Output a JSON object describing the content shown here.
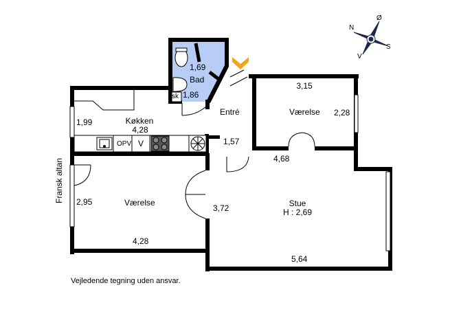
{
  "rooms": {
    "bad": {
      "name": "Bad",
      "dim1": "1,69",
      "dim2": "1,86",
      "fixture": "sk"
    },
    "kokken": {
      "name": "Køkken",
      "dim1": "4,28",
      "dim2": "1,99",
      "appliance1": "OPV",
      "appliance2": "V"
    },
    "entre": {
      "name": "Entré",
      "dim": "1,57"
    },
    "vaerelse_top": {
      "name": "Værelse",
      "dim1": "3,15",
      "dim2": "2,28",
      "dim3": "4,68"
    },
    "vaerelse_left": {
      "name": "Værelse",
      "dim1": "2,95",
      "dim2": "4,28"
    },
    "stue": {
      "name": "Stue",
      "height": "H : 2,69",
      "dim1": "3,72",
      "dim2": "5,64"
    }
  },
  "balcony_label": "Fransk altan",
  "disclaimer": "Vejledende tegning uden ansvar.",
  "compass": {
    "n": "N",
    "e": "Ø",
    "s": "S",
    "w": "V"
  },
  "colors": {
    "wall": "#000000",
    "bathroom": "#b7cdf6",
    "entrance_marker": "#f2a516",
    "compass": "#1c2a4a"
  }
}
